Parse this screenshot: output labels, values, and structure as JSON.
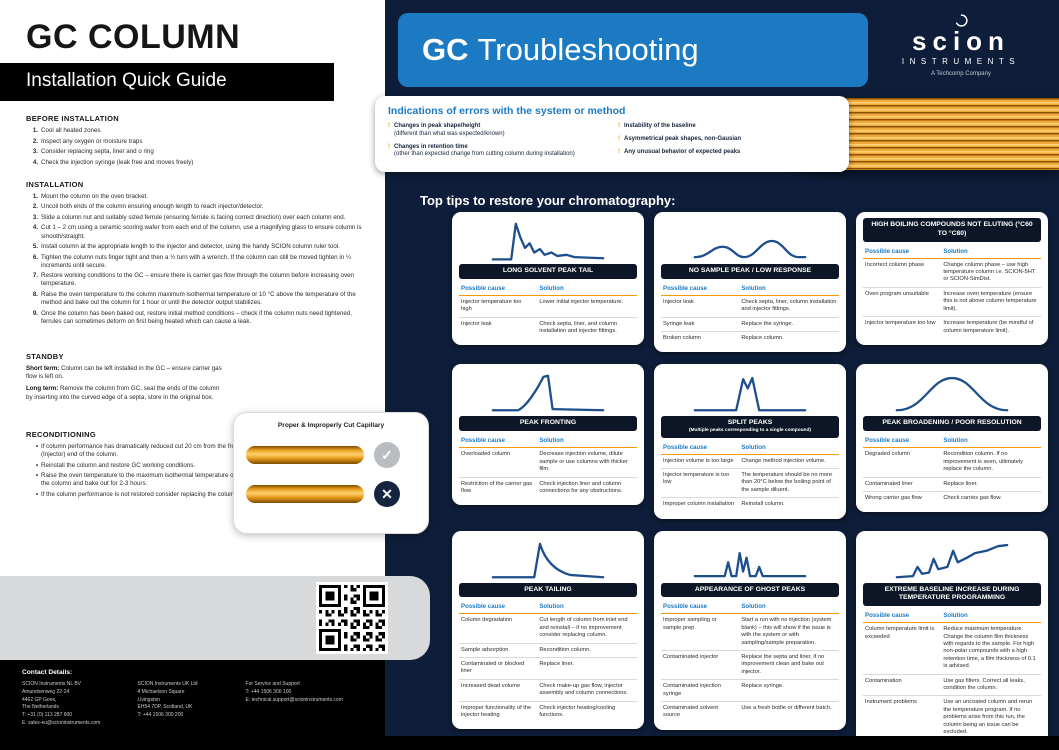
{
  "colors": {
    "accent_blue": "#1b7ac2",
    "accent_orange": "#f59b00",
    "navy_background": "#0e1e3a",
    "column_gold": "#f2a93b"
  },
  "left": {
    "title": "GC COLUMN",
    "subtitle": "Installation Quick Guide",
    "before": {
      "heading": "BEFORE INSTALLATION",
      "items": [
        "Cool all heated zones",
        "Inspect any oxygen or moisture traps",
        "Consider replacing septa, liner and o ring",
        "Check the injection syringe (leak free and moves freely)"
      ]
    },
    "install": {
      "heading": "INSTALLATION",
      "items": [
        "Mount the column on the oven bracket.",
        "Uncoil both ends of the column ensuring enough length to reach injector/detector.",
        "Slide a column nut and suitably sized ferrule (ensuring ferrule is facing correct direction) over each column end.",
        "Cut 1 – 2 cm using a ceramic scoring wafer from each end of the column, use a magnifying glass to ensure column is smooth/straight.",
        "Install column at the appropriate length to the injector and detector, using the handy SCION column ruler tool.",
        "Tighten the column nuts finger tight and then a ½ turn with a wrench. If the column can still be moved tighten in ¼ increments until secure.",
        "Restore working conditions to the GC – ensure there is carrier gas flow through the column before increasing oven temperature.",
        "Raise the oven temperature to the column maximum isothermal temperature or 10 °C above the temperature of the method and bake out the column for 1 hour or until the detector output stabilizes.",
        "Once the column has been baked out, restore initial method conditions – check if the column nuts need tightened, ferrules can sometimes deform on first being heated which can cause a leak."
      ]
    },
    "standby": {
      "heading": "STANDBY",
      "short_label": "Short term:",
      "short_text": "Column can be left installed in the GC – ensure carrier gas flow is left on.",
      "long_label": "Long term:",
      "long_text": "Remove the column from GC, seal the ends of the column by inserting into the curved edge of a septa, store in the original box."
    },
    "capillary_label": "Proper & Improperly Cut Capillary",
    "recondition": {
      "heading": "RECONDITIONING",
      "items": [
        "If column performance has dramatically reduced cut 20 cm from the front (Injector) end of the column.",
        "Reinstall the column and restore GC working conditions.",
        "Raise the oven temperature to the maximum isothermal temperature of the column and bake out for 2-3 hours.",
        "If the column performance is not restored consider replacing the column."
      ]
    },
    "contact": {
      "heading": "Contact Details:",
      "col1": [
        "SCION Instruments NL BV",
        "Amundsenweg 22-24",
        "4462 GP Goes,",
        "The Netherlands",
        "T: +31 (0) 113 287 600",
        "E: sales-eu@scioninstruments.com"
      ],
      "col2": [
        "SCION Instruments UK Ltd",
        "4 Michaelson Square",
        "Livingston",
        "EH54 7DP, Scotland, UK",
        "T: +44 1506 300 200"
      ],
      "col3": [
        "For Service and Support",
        "T: +44 1506 300 100",
        "E: technical.support@scioninstruments.com"
      ]
    }
  },
  "right": {
    "title_bold": "GC",
    "title_rest": "Troubleshooting",
    "logo": {
      "name": "scion",
      "sub": "INSTRUMENTS",
      "tagline": "A Techcomp Company"
    },
    "indications": {
      "title": "Indications of errors with the system or method",
      "col1": [
        {
          "main": "Changes in peak shape/height",
          "sub": "(different than what was expected/known)"
        },
        {
          "main": "Changes in retention time",
          "sub": "(other than expected change from cutting column during installation)"
        }
      ],
      "col2": [
        {
          "main": "Instability of the baseline"
        },
        {
          "main": "Asymmetrical peak shapes, non-Gausian"
        },
        {
          "main": "Any unusual behavior of expected peaks"
        }
      ]
    },
    "top_tips": "Top tips to restore your chromatography:",
    "table_header": {
      "cause": "Possible cause",
      "solution": "Solution"
    },
    "cards": [
      {
        "title": "LONG SOLVENT PEAK TAIL",
        "peak": "solvent_tail",
        "rows": [
          {
            "cause": "Injector temperature too high",
            "solution": "Lower initial injector temperature."
          },
          {
            "cause": "Injector leak",
            "solution": "Check septa, liner, and column installation and injector fittings."
          }
        ]
      },
      {
        "title": "NO SAMPLE PEAK / LOW RESPONSE",
        "peak": "low_response",
        "rows": [
          {
            "cause": "Injector leak",
            "solution": "Check septa, liner, column installation and injector fittings."
          },
          {
            "cause": "Syringe leak",
            "solution": "Replace the syringe."
          },
          {
            "cause": "Broken column",
            "solution": "Replace column."
          }
        ]
      },
      {
        "title": "HIGH BOILING COMPOUNDS NOT ELUTING (°C60 TO °C80)",
        "rows": [
          {
            "cause": "Incorrect column phase",
            "solution": "Change column phase – use high temperature column i.e. SCION-5HT or SCION-SimDist."
          },
          {
            "cause": "Oven program unsuitable",
            "solution": "Increase oven temperature (ensure this is not above column temperature limit)."
          },
          {
            "cause": "Injector temperature too low",
            "solution": "Increase temperature (be mindful of column temperature limit)."
          }
        ]
      },
      {
        "title": "PEAK FRONTING",
        "peak": "fronting",
        "rows": [
          {
            "cause": "Overloaded column",
            "solution": "Decrease injection volume, dilute sample or use columns with thicker film."
          },
          {
            "cause": "Restriction of the carrier gas flow",
            "solution": "Check injection liner and column connections for any obstructions."
          }
        ]
      },
      {
        "title": "SPLIT PEAKS",
        "subtitle": "(Multiple peaks corresponding to a single compound)",
        "peak": "split",
        "rows": [
          {
            "cause": "Injection volume is too large",
            "solution": "Change method injection volume."
          },
          {
            "cause": "Injector temperature is too low",
            "solution": "The temperature should be no more than 20°C below the boiling point of the sample diluent."
          },
          {
            "cause": "Improper column installation",
            "solution": "Reinstall column."
          }
        ]
      },
      {
        "title": "PEAK BROADENING / POOR RESOLUTION",
        "peak": "broad",
        "rows": [
          {
            "cause": "Degraded column",
            "solution": "Recondition column. If no improvement is seen, ultimately replace the column."
          },
          {
            "cause": "Contaminated liner",
            "solution": "Replace liner."
          },
          {
            "cause": "Wrong carrier gas flow",
            "solution": "Check carries gas flow."
          }
        ]
      },
      {
        "title": "PEAK TAILING",
        "peak": "tailing",
        "rows": [
          {
            "cause": "Column degradation",
            "solution": "Cut length of column from inlet end and reinstall – if no improvement consider replacing column."
          },
          {
            "cause": "Sample adsorption",
            "solution": "Recondition column."
          },
          {
            "cause": "Contaminated or blocked liner",
            "solution": "Replace liner."
          },
          {
            "cause": "Increased dead volume",
            "solution": "Check make-up gas flow, injector assembly and column connections."
          },
          {
            "cause": "Improper functionality of the injector heating",
            "solution": "Check injector heating/cooling functions."
          }
        ]
      },
      {
        "title": "APPEARANCE OF GHOST PEAKS",
        "peak": "ghost",
        "rows": [
          {
            "cause": "Improper sampling or sample prep",
            "solution": "Start a run with no injection (system blank) – this will show if the issue is with the system or with sampling/sample preparation."
          },
          {
            "cause": "Contaminated injector",
            "solution": "Replace the septa and liner, if no improvement clean and bake out injector."
          },
          {
            "cause": "Contaminated injection syringe",
            "solution": "Replace syringe."
          },
          {
            "cause": "Contaminated solvent source",
            "solution": "Use a fresh bottle or different batch."
          }
        ]
      },
      {
        "title": "EXTREME BASELINE INCREASE DURING TEMPERATURE PROGRAMMING",
        "peak": "baseline",
        "rows": [
          {
            "cause": "Column temperature limit is exceeded",
            "solution": "Reduce maximum temperature. Change the column film thickness with regards to the sample. For high non-polar compounds with a high retention time, a film thickness of 0.1 is advised."
          },
          {
            "cause": "Contamination",
            "solution": "Use gas filters. Correct all leaks, condition the column."
          },
          {
            "cause": "Instrument problems",
            "solution": "Use an uncoated column and rerun the temperature program. If no problems arise from this run, the column being an issue can be excluded."
          }
        ]
      }
    ]
  }
}
